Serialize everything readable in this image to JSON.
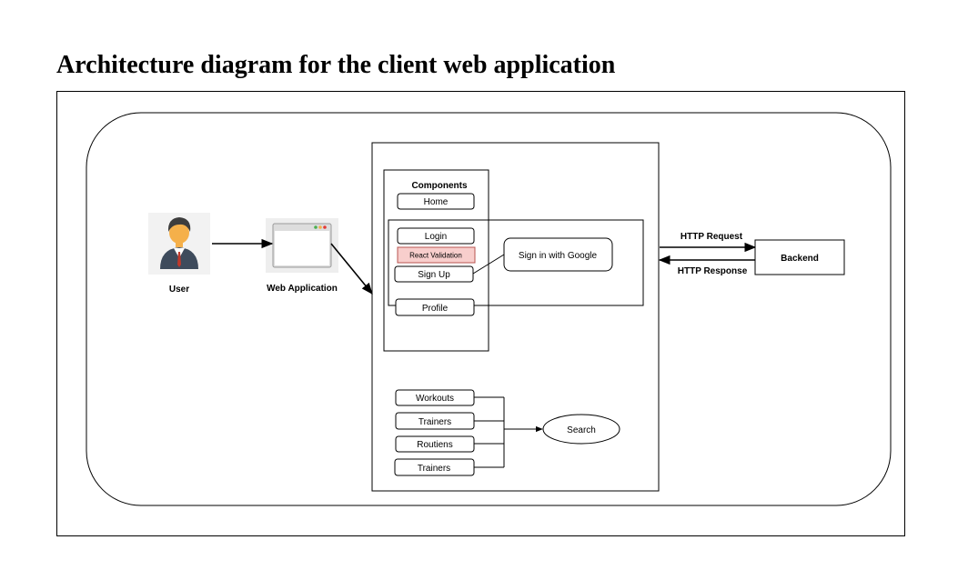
{
  "title": "Architecture diagram for the client web application",
  "actors": {
    "user": "User",
    "web_application": "Web Application",
    "backend": "Backend"
  },
  "components": {
    "heading": "Components",
    "home": "Home",
    "login": "Login",
    "react_validation": "React Validation",
    "sign_up": "Sign Up",
    "sign_in_google": "Sign in with Google",
    "profile": "Profile"
  },
  "search_group": {
    "items": [
      "Workouts",
      "Trainers",
      "Routiens",
      "Trainers"
    ],
    "search": "Search"
  },
  "connections": {
    "http_request": "HTTP Request",
    "http_response": "HTTP Response"
  },
  "colors": {
    "validation_fill": "#f8cecc",
    "validation_stroke": "#b85450",
    "person_skin": "#f5b04a",
    "person_hair": "#3d3d3d",
    "person_suit": "#3e4b5c",
    "person_tie": "#c0392b",
    "icon_bg": "#eeeeee"
  }
}
